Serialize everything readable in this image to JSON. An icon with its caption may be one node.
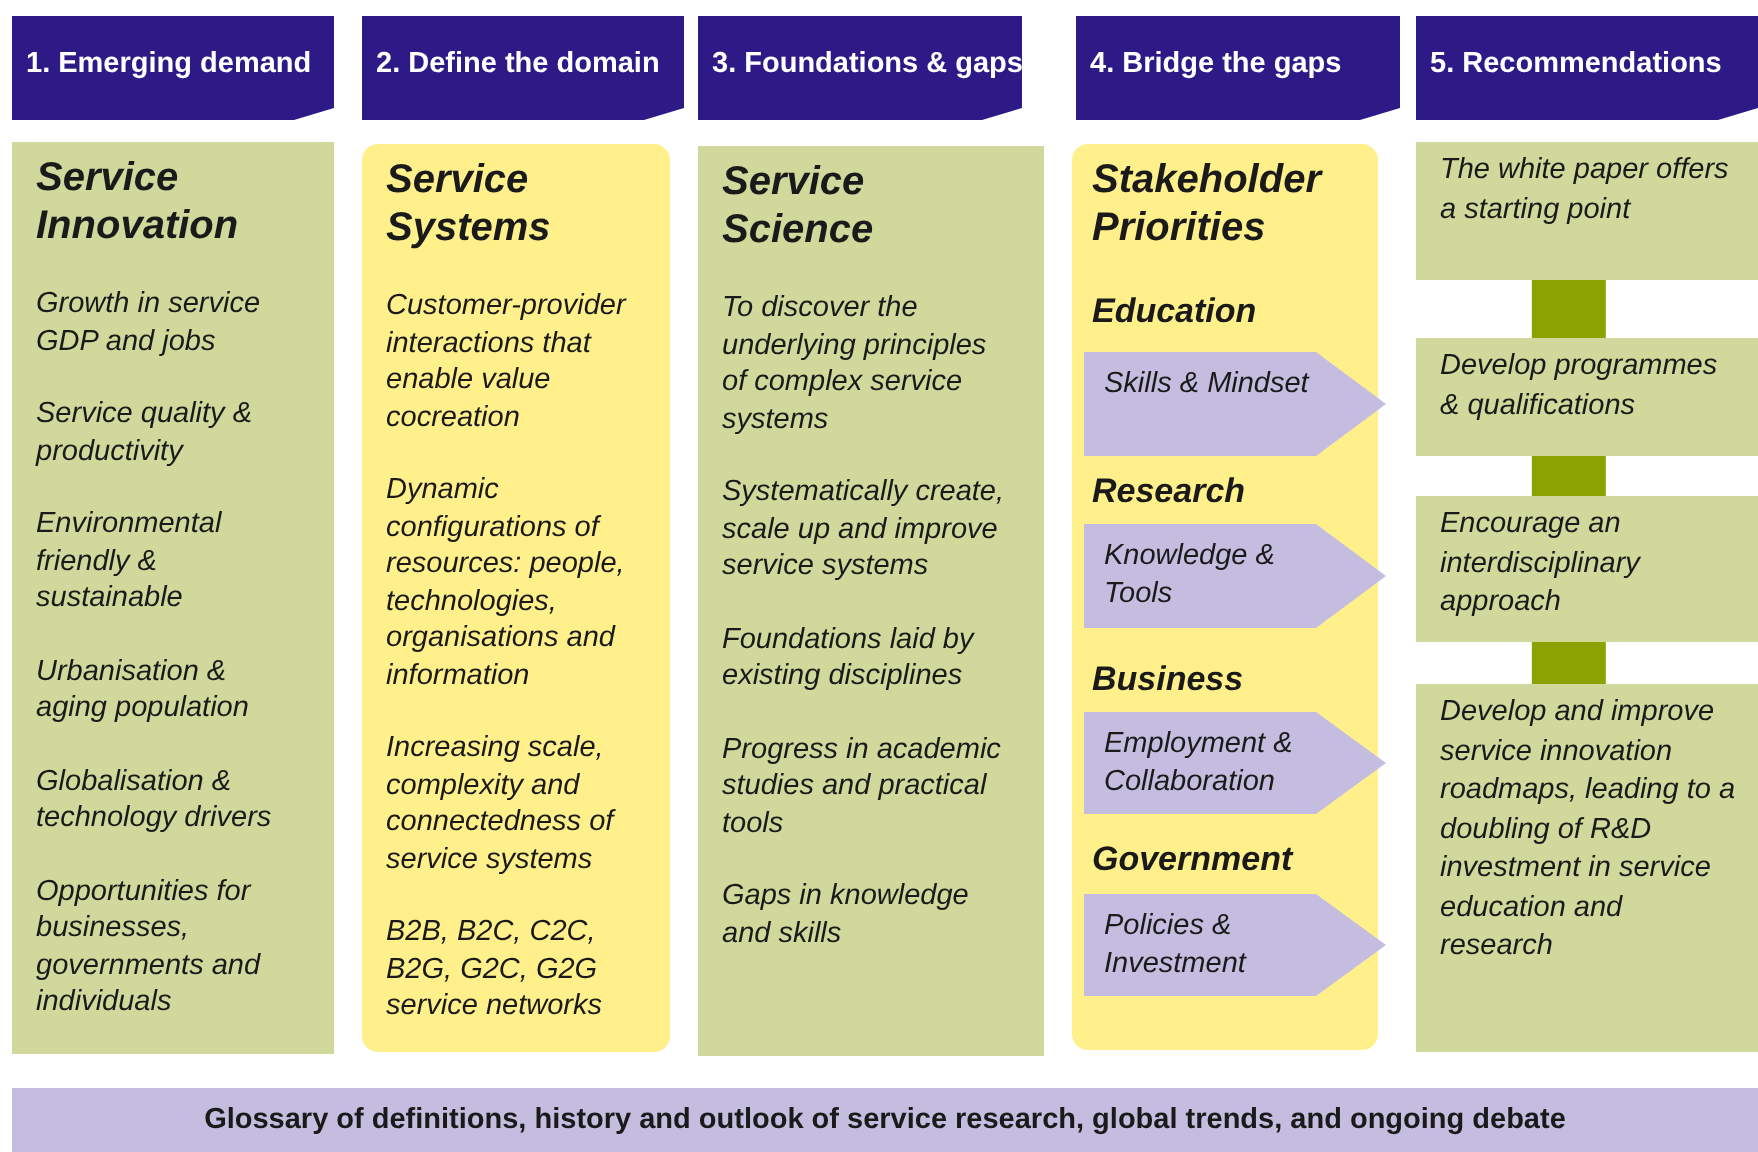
{
  "diagram": {
    "nodes": [
      {
        "text": [
          "1. Emerging demand"
        ]
      },
      {
        "text": [
          "2. Define the domain"
        ]
      },
      {
        "text": [
          "3. Foundations & gaps"
        ]
      },
      {
        "text": [
          "4. Bridge the gaps"
        ]
      },
      {
        "text": [
          "5. Recommendations"
        ]
      },
      {
        "text": [
          "Service Innovation",
          "Growth in service GDP and jobs",
          "Service quality & productivity",
          "Environmental friendly & sustainable",
          "Urbanisation & aging population",
          "Globalisation & technology drivers",
          "Opportunities for businesses, governments and individuals"
        ]
      },
      {
        "text": [
          "Service Systems",
          "Customer-provider interactions that enable value cocreation",
          "Dynamic configurations of resources: people, technologies, organisations and information",
          "Increasing scale, complexity and connectedness of service systems",
          "B2B, B2C, C2C, B2G, G2C, G2G service networks"
        ]
      },
      {
        "text": [
          "Service Science",
          "To discover the underlying principles of complex service systems",
          "Systematically create, scale up and improve service systems",
          "Foundations laid by existing disciplines",
          "Progress in academic studies and practical tools",
          "Gaps in knowledge and skills"
        ]
      },
      {
        "text": [
          "Stakeholder Priorities",
          "Education",
          "Research",
          "Business",
          "Government"
        ]
      },
      {
        "text": [
          "Skills & Mindset"
        ],
        "in": 8
      },
      {
        "text": [
          "Knowledge & Tools"
        ],
        "in": 8
      },
      {
        "text": [
          "Employment & Collaboration"
        ],
        "in": 8
      },
      {
        "text": [
          "Policies & Investment"
        ],
        "in": 8
      },
      {
        "text": [
          "The white paper offers a starting point"
        ]
      },
      {
        "text": [
          "Develop programmes & qualifications"
        ]
      },
      {
        "text": [
          "Encourage an interdisciplinary approach"
        ]
      },
      {
        "text": [
          "Develop and improve service innovation roadmaps, leading to a doubling of R&D investment in service education and research"
        ]
      },
      {
        "text": [
          "Glossary of definitions, history and outlook of service research, global trends, and ongoing debate"
        ]
      }
    ],
    "edges": [
      {
        "from": 13,
        "to": 14,
        "arrow": "none"
      },
      {
        "from": 14,
        "to": 15,
        "arrow": "none"
      },
      {
        "from": 15,
        "to": 16,
        "arrow": "none"
      }
    ]
  }
}
